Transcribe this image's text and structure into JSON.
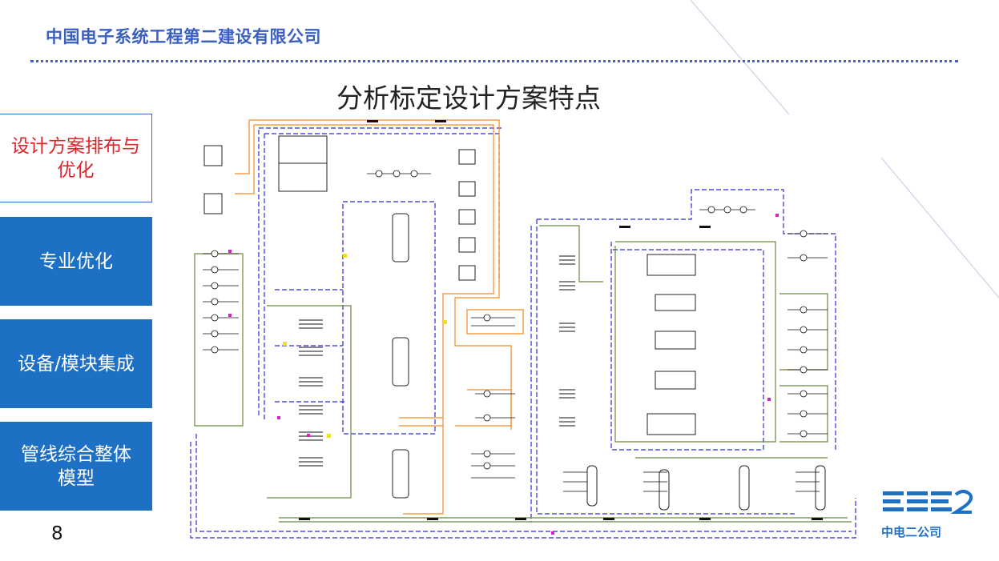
{
  "header": {
    "company": "中国电子系统工程第二建设有限公司",
    "title": "分析标定设计方案特点"
  },
  "sidebar": {
    "items": [
      {
        "label": "设计方案排布与优化",
        "active": true
      },
      {
        "label": "专业优化",
        "active": false
      },
      {
        "label": "设备/模块集成",
        "active": false
      },
      {
        "label": "管线综合整体模型",
        "active": false
      }
    ]
  },
  "page_number": "8",
  "logo": {
    "mark": "ESE2",
    "caption": "中电二公司"
  },
  "colors": {
    "accent": "#1d70c4",
    "active_text": "#e0242b",
    "header_text": "#3b5fc0",
    "pipe_blue": "#2b2bd6",
    "pipe_orange": "#f08a24",
    "pipe_green": "#6a8a3c"
  }
}
